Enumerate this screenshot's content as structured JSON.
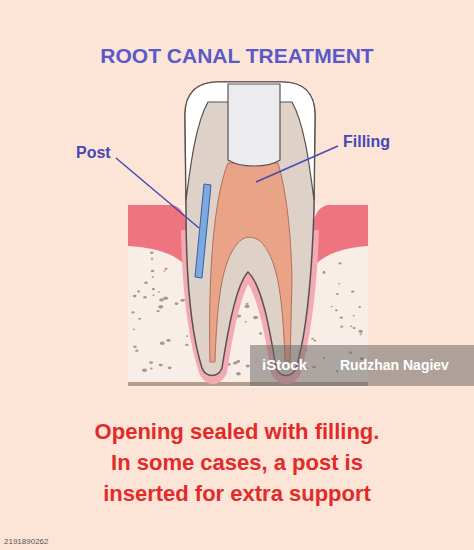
{
  "diagram": {
    "title": "ROOT CANAL TREATMENT",
    "caption": "Opening sealed with filling. In some cases, a post is inserted for extra support",
    "labels": [
      "Post",
      "Filling",
      "iStock",
      "Rudzhan Nagiev",
      "2191890262"
    ]
  }
}
